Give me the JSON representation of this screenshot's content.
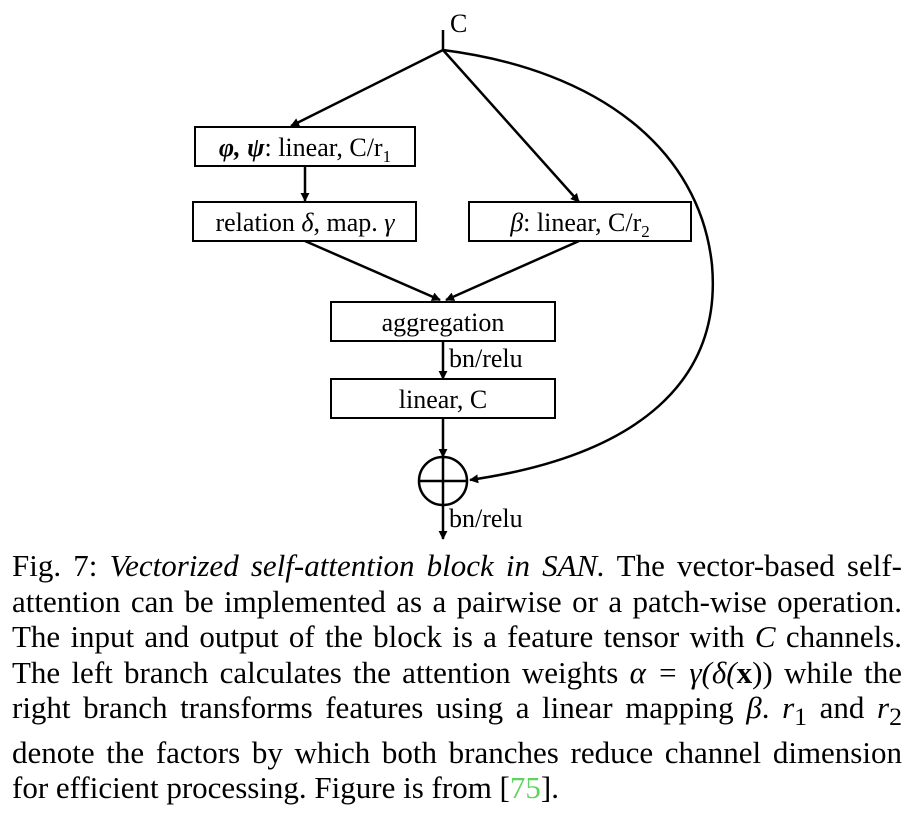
{
  "diagram": {
    "input_label": "C",
    "nodes": {
      "phi_psi": {
        "sym": "φ, ψ",
        "rest": ": linear, C/r",
        "sub": "1"
      },
      "relation": {
        "pre": "relation ",
        "delta": "δ",
        "mid": ", map. ",
        "gamma": "γ"
      },
      "beta": {
        "sym": "β",
        "rest": ": linear, C/r",
        "sub": "2"
      },
      "aggregation": "aggregation",
      "linear_c": "linear, C"
    },
    "flow_labels": {
      "after_aggregation": "bn/relu",
      "after_sum": "bn/relu"
    },
    "sum_operator": "⊕"
  },
  "caption": {
    "fig_label": "Fig. 7:",
    "title": "Vectorized self-attention block in SAN.",
    "s1": "The vector-based self-attention can be implemented as a pairwise or a patch-wise operation. The input and output of the block is a feature tensor with",
    "C": "C",
    "s2": "channels. The left branch calculates the attention weights",
    "eq_alpha": "α",
    "eq_mid": " = γ(δ(",
    "eq_x": "x",
    "eq_end": "))",
    "s3": "while the right branch transforms features using a linear mapping",
    "beta": "β",
    "s4": ".",
    "r": "r",
    "sub1": "1",
    "and": "and",
    "sub2": "2",
    "s5": "denote the factors by which both branches reduce channel dimension for efficient processing. Figure is from [",
    "cite": "75",
    "s6": "]."
  },
  "colors": {
    "citation": "#5fd35f",
    "lines": "#000000"
  }
}
